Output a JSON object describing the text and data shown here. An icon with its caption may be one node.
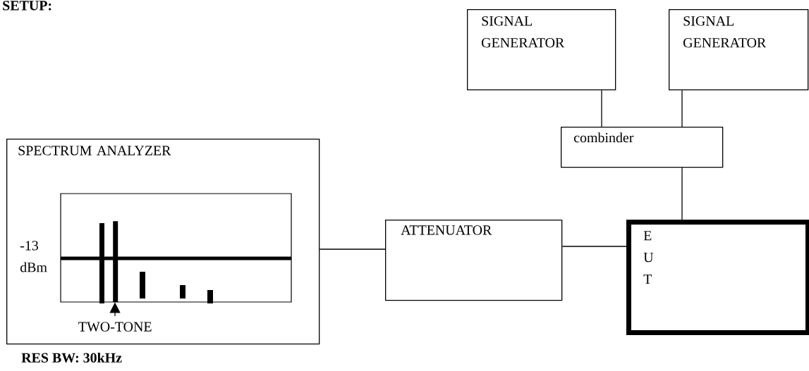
{
  "diagram": {
    "title": "SETUP:",
    "caption": "RES BW: 30kHz",
    "nodes": [
      {
        "text": [
          "SIGNAL GENERATOR"
        ]
      },
      {
        "text": [
          "SIGNAL GENERATOR"
        ]
      },
      {
        "text": [
          "combinder"
        ]
      },
      {
        "text": [
          "SPECTRUM ANALYZER"
        ]
      },
      {
        "text": [
          "ATTENUATOR"
        ]
      },
      {
        "text": [
          "E U T"
        ]
      },
      {
        "text": [
          "TWO-TONE"
        ],
        "in": 3
      },
      {
        "text": [],
        "shape": "bar",
        "in": 3
      }
    ],
    "edges": [
      {
        "from": 0,
        "to": 2,
        "arrow": "none"
      },
      {
        "from": 1,
        "to": 2,
        "arrow": "none"
      },
      {
        "from": 2,
        "to": 5,
        "arrow": "none"
      },
      {
        "from": 3,
        "to": 4,
        "arrow": "none"
      },
      {
        "from": 4,
        "to": 5,
        "arrow": "none"
      },
      {
        "from": 6,
        "to": 7,
        "arrow": "to"
      }
    ],
    "labels": [
      "-13 dBm"
    ]
  }
}
